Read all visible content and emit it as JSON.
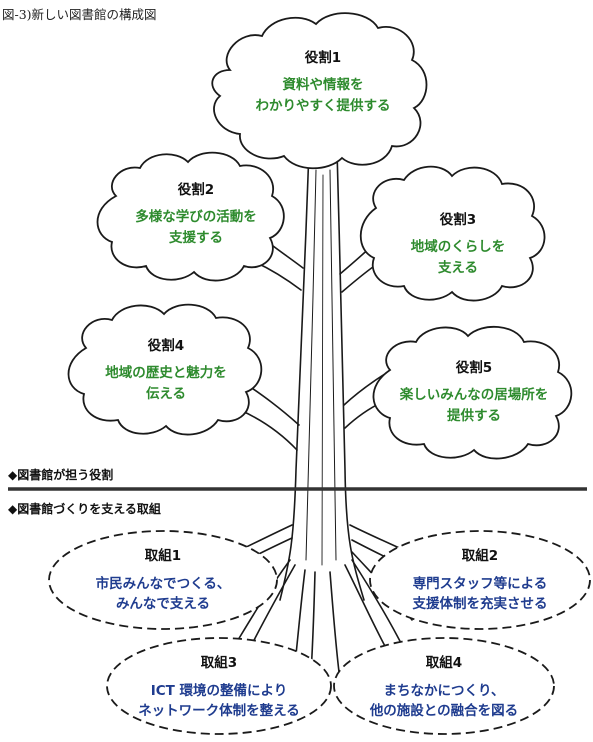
{
  "figure_title": "図-3)新しい図書館の構成図",
  "sections": {
    "upper": "◆図書館が担う役割",
    "lower": "◆図書館づくりを支える取組"
  },
  "roles": [
    {
      "title": "役割1",
      "lines": [
        "資料や情報を",
        "わかりやすく提供する"
      ]
    },
    {
      "title": "役割2",
      "lines": [
        "多様な学びの活動を",
        "支援する"
      ]
    },
    {
      "title": "役割3",
      "lines": [
        "地域のくらしを",
        "支える"
      ]
    },
    {
      "title": "役割4",
      "lines": [
        "地域の歴史と魅力を",
        "伝える"
      ]
    },
    {
      "title": "役割5",
      "lines": [
        "楽しいみんなの居場所を",
        "提供する"
      ]
    }
  ],
  "efforts": [
    {
      "title": "取組1",
      "lines": [
        "市民みんなでつくる、",
        "みんなで支える"
      ]
    },
    {
      "title": "取組2",
      "lines": [
        "専門スタッフ等による",
        "支援体制を充実させる"
      ]
    },
    {
      "title": "取組3",
      "lines": [
        "ICT 環境の整備により",
        "ネットワーク体制を整える"
      ]
    },
    {
      "title": "取組4",
      "lines": [
        "まちなかにつくり、",
        "他の施設との融合を図る"
      ]
    }
  ],
  "colors": {
    "role_text": "#2e8b2e",
    "effort_text": "#1f3c8f",
    "outline": "#1a1a1a",
    "ground_line": "#333333"
  }
}
